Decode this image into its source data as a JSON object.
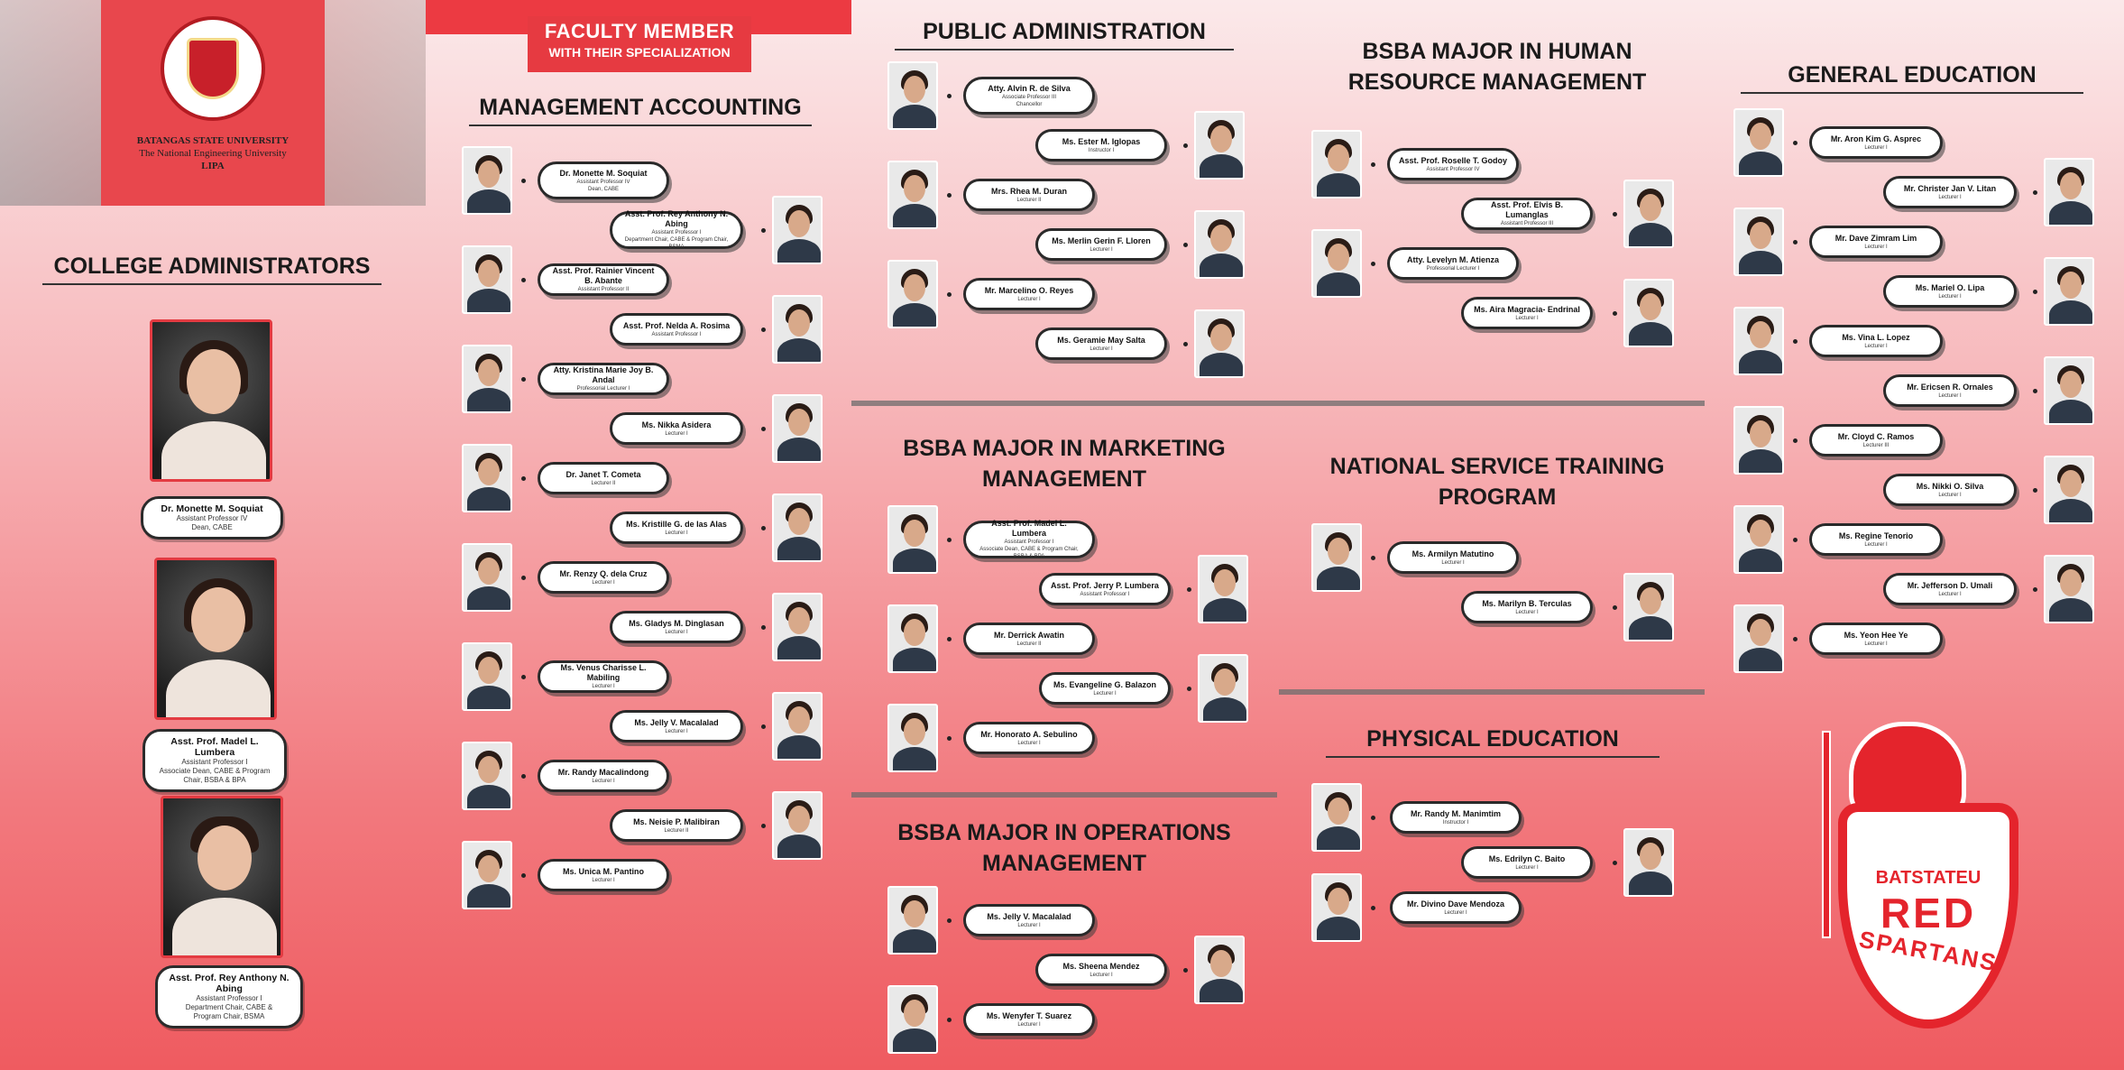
{
  "header": {
    "university_line1": "BATANGAS STATE UNIVERSITY",
    "university_line2": "The National Engineering University",
    "campus": "LIPA",
    "banner_title": "FACULTY MEMBER",
    "banner_subtitle": "WITH THEIR SPECIALIZATION"
  },
  "admins": {
    "title": "COLLEGE ADMINISTRATORS",
    "items": [
      {
        "name": "Dr. Monette M. Soquiat",
        "role": "Assistant Professor IV",
        "role2": "Dean, CABE",
        "role3": ""
      },
      {
        "name": "Asst. Prof. Madel L. Lumbera",
        "role": "Assistant Professor I",
        "role2": "Associate Dean, CABE & Program",
        "role3": "Chair, BSBA & BPA"
      },
      {
        "name": "Asst. Prof. Rey Anthony N. Abing",
        "role": "Assistant Professor I",
        "role2": "Department Chair, CABE &",
        "role3": "Program Chair, BSMA"
      }
    ]
  },
  "management_accounting": {
    "title": "MANAGEMENT ACCOUNTING",
    "items": [
      {
        "name": "Dr. Monette M. Soquiat",
        "role": "Assistant Professor IV",
        "role2": "Dean, CABE"
      },
      {
        "name": "Asst. Prof. Rey Anthony N. Abing",
        "role": "Assistant Professor I",
        "role2": "Department Chair, CABE & Program Chair, BSMA"
      },
      {
        "name": "Asst. Prof. Rainier Vincent B. Abante",
        "role": "Assistant Professor II",
        "role2": ""
      },
      {
        "name": "Asst. Prof. Nelda A. Rosima",
        "role": "Assistant Professor I",
        "role2": ""
      },
      {
        "name": "Atty. Kristina Marie Joy B. Andal",
        "role": "Professorial Lecturer I",
        "role2": ""
      },
      {
        "name": "Ms. Nikka Asidera",
        "role": "Lecturer I",
        "role2": ""
      },
      {
        "name": "Dr. Janet T. Cometa",
        "role": "Lecturer II",
        "role2": ""
      },
      {
        "name": "Ms. Kristille G. de las Alas",
        "role": "Lecturer I",
        "role2": ""
      },
      {
        "name": "Mr. Renzy Q. dela Cruz",
        "role": "Lecturer I",
        "role2": ""
      },
      {
        "name": "Ms. Gladys M. Dinglasan",
        "role": "Lecturer I",
        "role2": ""
      },
      {
        "name": "Ms. Venus Charisse L. Mabiling",
        "role": "Lecturer I",
        "role2": ""
      },
      {
        "name": "Ms. Jelly V. Macalalad",
        "role": "Lecturer I",
        "role2": ""
      },
      {
        "name": "Mr. Randy Macalindong",
        "role": "Lecturer I",
        "role2": ""
      },
      {
        "name": "Ms. Neisie P. Malibiran",
        "role": "Lecturer II",
        "role2": ""
      },
      {
        "name": "Ms. Unica M. Pantino",
        "role": "Lecturer I",
        "role2": ""
      }
    ]
  },
  "public_administration": {
    "title": "PUBLIC ADMINISTRATION",
    "items": [
      {
        "name": "Atty. Alvin R. de Silva",
        "role": "Associate Professor III",
        "role2": "Chancellor"
      },
      {
        "name": "Ms. Ester M. Iglopas",
        "role": "Instructor I",
        "role2": ""
      },
      {
        "name": "Mrs. Rhea M. Duran",
        "role": "Lecturer II",
        "role2": ""
      },
      {
        "name": "Ms. Merlin Gerin F. Lloren",
        "role": "Lecturer I",
        "role2": ""
      },
      {
        "name": "Mr. Marcelino O. Reyes",
        "role": "Lecturer I",
        "role2": ""
      },
      {
        "name": "Ms. Geramie May Salta",
        "role": "Lecturer I",
        "role2": ""
      }
    ]
  },
  "marketing": {
    "title_line1": "BSBA MAJOR IN MARKETING",
    "title_line2": "MANAGEMENT",
    "items": [
      {
        "name": "Asst. Prof. Madel L. Lumbera",
        "role": "Assistant Professor I",
        "role2": "Associate Dean, CABE & Program Chair, BSBA & BPA"
      },
      {
        "name": "Asst. Prof. Jerry P. Lumbera",
        "role": "Assistant Professor I",
        "role2": ""
      },
      {
        "name": "Mr. Derrick Awatin",
        "role": "Lecturer II",
        "role2": ""
      },
      {
        "name": "Ms. Evangeline G. Balazon",
        "role": "Lecturer I",
        "role2": ""
      },
      {
        "name": "Mr. Honorato A. Sebulino",
        "role": "Lecturer I",
        "role2": ""
      }
    ]
  },
  "operations": {
    "title_line1": "BSBA MAJOR IN OPERATIONS",
    "title_line2": "MANAGEMENT",
    "items": [
      {
        "name": "Ms. Jelly V. Macalalad",
        "role": "Lecturer I",
        "role2": ""
      },
      {
        "name": "Ms. Sheena Mendez",
        "role": "Lecturer I",
        "role2": ""
      },
      {
        "name": "Ms. Wenyfer T. Suarez",
        "role": "Lecturer I",
        "role2": ""
      }
    ]
  },
  "hrm": {
    "title_line1": "BSBA MAJOR IN HUMAN",
    "title_line2": "RESOURCE MANAGEMENT",
    "items": [
      {
        "name": "Asst. Prof. Roselle T. Godoy",
        "role": "Assistant Professor IV",
        "role2": ""
      },
      {
        "name": "Asst. Prof. Elvis B. Lumanglas",
        "role": "Assistant Professor III",
        "role2": ""
      },
      {
        "name": "Atty. Levelyn M. Atienza",
        "role": "Professorial Lecturer I",
        "role2": ""
      },
      {
        "name": "Ms. Aira Magracia- Endrinal",
        "role": "Lecturer I",
        "role2": ""
      }
    ]
  },
  "nstp": {
    "title_line1": "NATIONAL SERVICE TRAINING",
    "title_line2": "PROGRAM",
    "items": [
      {
        "name": "Ms. Armilyn Matutino",
        "role": "Lecturer I",
        "role2": ""
      },
      {
        "name": "Ms. Marilyn B. Terculas",
        "role": "Lecturer I",
        "role2": ""
      }
    ]
  },
  "pe": {
    "title": "PHYSICAL EDUCATION",
    "items": [
      {
        "name": "Mr. Randy M. Manimtim",
        "role": "Instructor I",
        "role2": ""
      },
      {
        "name": "Ms. Edrilyn C. Baito",
        "role": "Lecturer I",
        "role2": ""
      },
      {
        "name": "Mr. Divino Dave Mendoza",
        "role": "Lecturer I",
        "role2": ""
      }
    ]
  },
  "gen_ed": {
    "title": "GENERAL EDUCATION",
    "items": [
      {
        "name": "Mr. Aron Kim G. Asprec",
        "role": "Lecturer I",
        "role2": ""
      },
      {
        "name": "Mr. Christer Jan V. Litan",
        "role": "Lecturer I",
        "role2": ""
      },
      {
        "name": "Mr. Dave Zimram Lim",
        "role": "Lecturer I",
        "role2": ""
      },
      {
        "name": "Ms. Mariel O. Lipa",
        "role": "Lecturer I",
        "role2": ""
      },
      {
        "name": "Ms. Vina L. Lopez",
        "role": "Lecturer I",
        "role2": ""
      },
      {
        "name": "Mr. Ericsen R. Ornales",
        "role": "Lecturer I",
        "role2": ""
      },
      {
        "name": "Mr. Cloyd C. Ramos",
        "role": "Lecturer III",
        "role2": ""
      },
      {
        "name": "Ms. Nikki O. Silva",
        "role": "Lecturer I",
        "role2": ""
      },
      {
        "name": "Ms. Regine Tenorio",
        "role": "Lecturer I",
        "role2": ""
      },
      {
        "name": "Mr. Jefferson D. Umali",
        "role": "Lecturer I",
        "role2": ""
      },
      {
        "name": "Ms. Yeon Hee Ye",
        "role": "Lecturer I",
        "role2": ""
      }
    ]
  },
  "mascot": {
    "line1": "BATSTATEU",
    "line2": "RED",
    "line3": "SPARTANS"
  },
  "colors": {
    "accent": "#e63a41",
    "outline": "#2a2a2a"
  }
}
